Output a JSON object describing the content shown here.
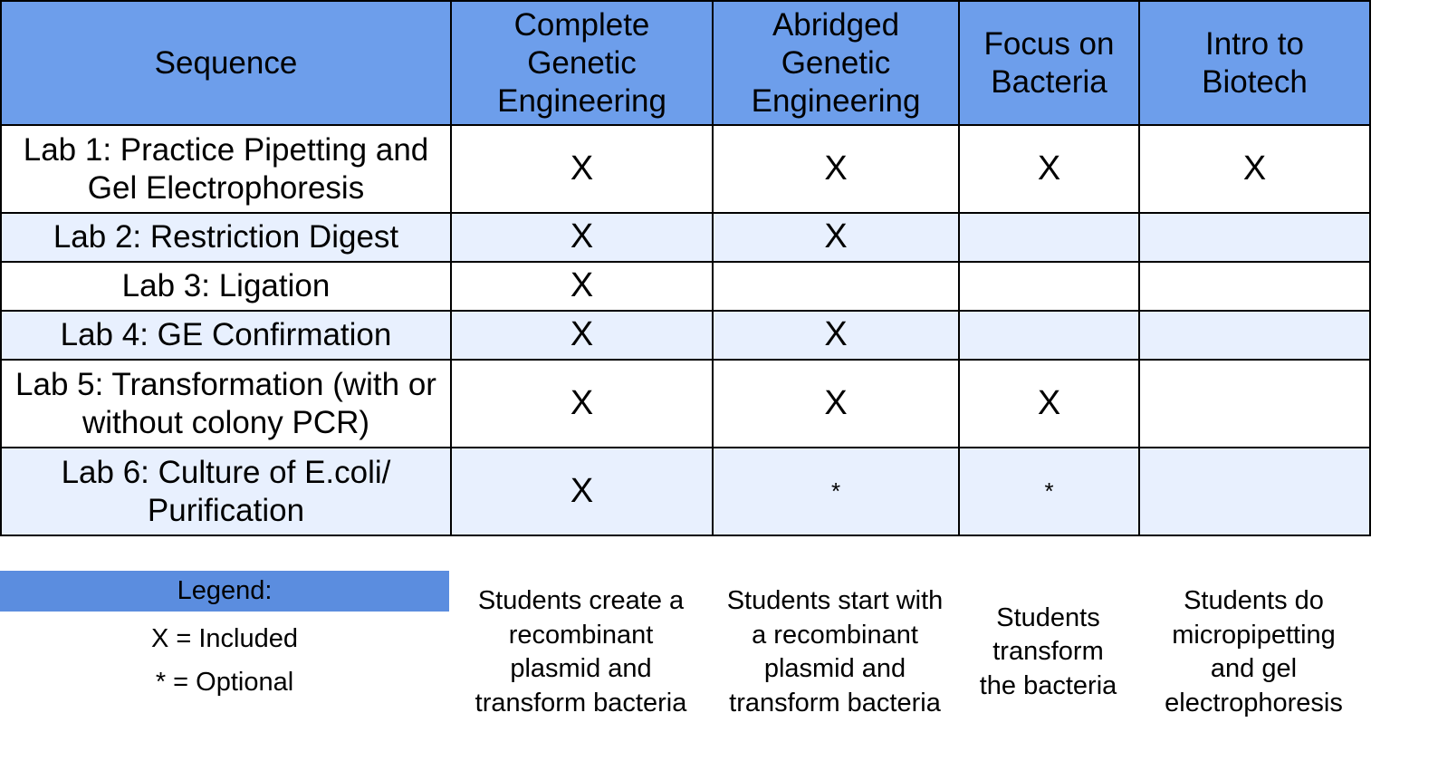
{
  "table": {
    "headers": [
      "Sequence",
      "Complete Genetic Engineering",
      "Abridged Genetic Engineering",
      "Focus on Bacteria",
      "Intro to Biotech"
    ],
    "rows": [
      {
        "label": "Lab 1: Practice Pipetting and Gel Electrophoresis",
        "cells": [
          "X",
          "X",
          "X",
          "X"
        ]
      },
      {
        "label": "Lab 2: Restriction Digest",
        "cells": [
          "X",
          "X",
          "",
          ""
        ]
      },
      {
        "label": "Lab 3: Ligation",
        "cells": [
          "X",
          "",
          "",
          ""
        ]
      },
      {
        "label": "Lab 4: GE Confirmation",
        "cells": [
          "X",
          "X",
          "",
          ""
        ]
      },
      {
        "label": "Lab 5: Transformation (with or without colony PCR)",
        "cells": [
          "X",
          "X",
          "X",
          ""
        ]
      },
      {
        "label": "Lab 6: Culture of E.coli/ Purification",
        "cells": [
          "X",
          "*",
          "*",
          ""
        ]
      }
    ]
  },
  "legend": {
    "title": "Legend:",
    "included": "X = Included",
    "optional": "* = Optional"
  },
  "descriptions": [
    "Students create a recombinant plasmid and transform bacteria",
    "Students start with a recombinant plasmid and transform bacteria",
    "Students transform the bacteria",
    "Students do micropipetting and gel electrophoresis"
  ],
  "colors": {
    "header_bg": "#6d9eeb",
    "legend_bg": "#5b8ddf",
    "alt_row_bg": "#e8f0fe"
  }
}
